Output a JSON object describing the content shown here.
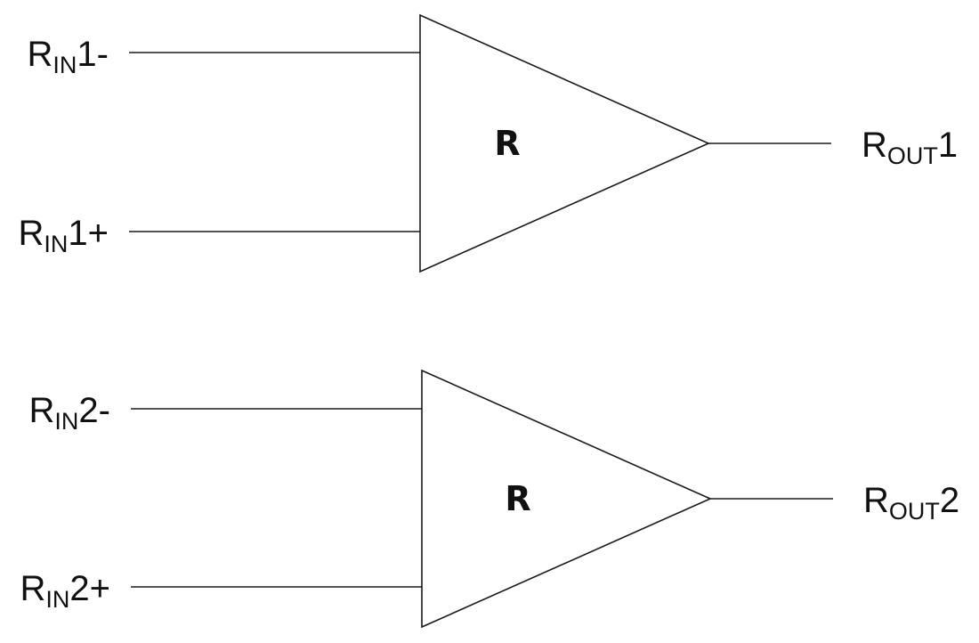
{
  "receivers": [
    {
      "symbol": "R",
      "inputs": [
        {
          "base": "R",
          "sub": "IN",
          "suffix": "1-"
        },
        {
          "base": "R",
          "sub": "IN",
          "suffix": "1+"
        }
      ],
      "output": {
        "base": "R",
        "sub": "OUT",
        "suffix": "1"
      }
    },
    {
      "symbol": "R",
      "inputs": [
        {
          "base": "R",
          "sub": "IN",
          "suffix": "2-"
        },
        {
          "base": "R",
          "sub": "IN",
          "suffix": "2+"
        }
      ],
      "output": {
        "base": "R",
        "sub": "OUT",
        "suffix": "2"
      }
    }
  ]
}
